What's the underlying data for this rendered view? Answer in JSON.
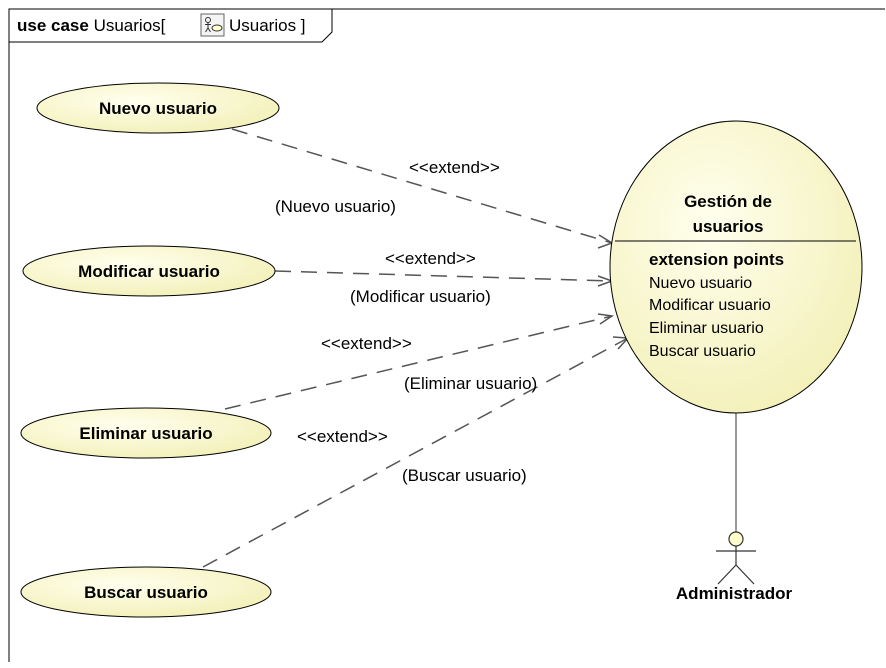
{
  "frame": {
    "keyword": "use case",
    "name": "Usuarios[",
    "diagram_ref": "Usuarios ]"
  },
  "use_cases": [
    {
      "label": "Nuevo usuario"
    },
    {
      "label": "Modificar usuario"
    },
    {
      "label": "Eliminar usuario"
    },
    {
      "label": "Buscar usuario"
    }
  ],
  "main_use_case": {
    "title_line1": "Gestión de",
    "title_line2": "usuarios",
    "ep_header": "extension points",
    "extension_points": [
      "Nuevo usuario",
      "Modificar usuario",
      "Eliminar usuario",
      "Buscar usuario"
    ]
  },
  "extends": [
    {
      "stereotype": "<<extend>>",
      "condition": "(Nuevo usuario)"
    },
    {
      "stereotype": "<<extend>>",
      "condition": "(Modificar usuario)"
    },
    {
      "stereotype": "<<extend>>",
      "condition": "(Eliminar usuario)"
    },
    {
      "stereotype": "<<extend>>",
      "condition": "(Buscar usuario)"
    }
  ],
  "actor": {
    "label": "Administrador"
  },
  "colors": {
    "usecase_fill": "#ffffcc",
    "frame_stroke": "#000000",
    "line": "#555555"
  }
}
